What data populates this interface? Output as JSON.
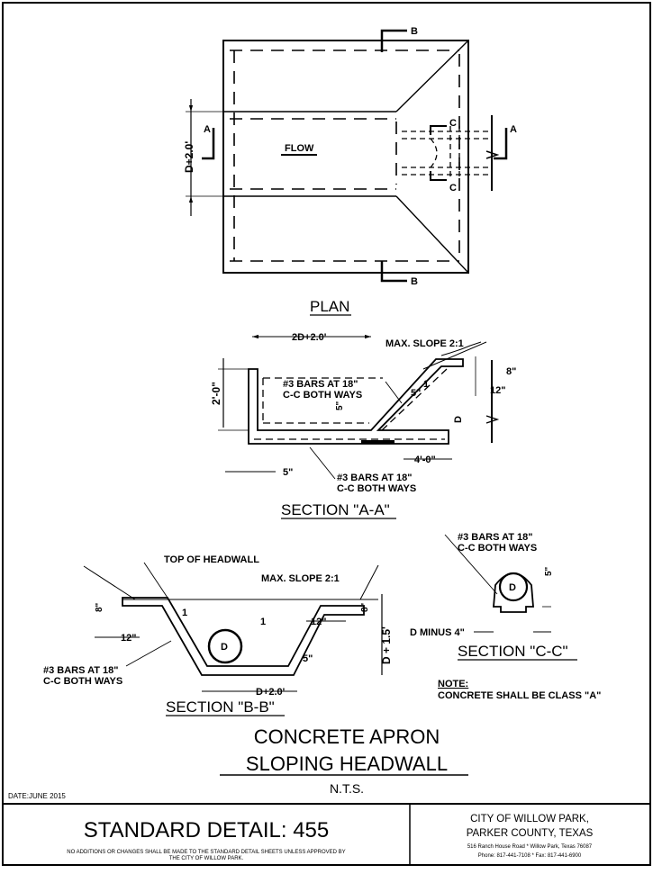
{
  "plan": {
    "title": "PLAN",
    "flow_label": "FLOW",
    "dim_width": "D+2.0'",
    "cut_a": "A",
    "cut_b": "B",
    "cut_c": "C"
  },
  "section_aa": {
    "title": "SECTION \"A-A\"",
    "dim_width": "2D+2.0'",
    "max_slope": "MAX. SLOPE 2:1",
    "dim_height": "2'-0\"",
    "rebar_top_1": "#3 BARS AT 18\"",
    "rebar_top_2": "C-C BOTH WAYS",
    "dim_5_inner": "5\"",
    "dim_8": "8\"",
    "dim_12": "12\"",
    "slope_1": "1",
    "dim_5_slope": "5\"",
    "dim_d": "D",
    "dim_4ft": "4'-0\"",
    "dim_5_bottom": "5\"",
    "rebar_bot_1": "#3 BARS AT 18\"",
    "rebar_bot_2": "C-C BOTH WAYS"
  },
  "section_bb": {
    "title": "SECTION \"B-B\"",
    "top_headwall": "TOP OF HEADWALL",
    "max_slope": "MAX. SLOPE 2:1",
    "dim_8_left": "8\"",
    "dim_8_right": "8\"",
    "dim_12_left": "12\"",
    "dim_12_right": "12\"",
    "slope_1_left": "1",
    "slope_1_right": "1",
    "pipe": "D",
    "dim_5": "5\"",
    "dim_d15": "D + 1.5'",
    "dim_d20": "D+2.0'",
    "rebar_1": "#3 BARS AT 18\"",
    "rebar_2": "C-C BOTH WAYS"
  },
  "section_cc": {
    "title": "SECTION \"C-C\"",
    "rebar_1": "#3 BARS AT 18\"",
    "rebar_2": "C-C BOTH WAYS",
    "pipe": "D",
    "dim_5": "5\"",
    "dim_d_minus": "D MINUS 4\""
  },
  "note": {
    "label": "NOTE:",
    "text": "CONCRETE SHALL BE CLASS \"A\""
  },
  "title_block": {
    "title_1": "CONCRETE APRON",
    "title_2": "SLOPING HEADWALL",
    "scale": "N.T.S.",
    "date": "DATE:JUNE 2015",
    "detail": "STANDARD DETAIL: 455",
    "disclaimer_1": "NO ADDITIONS OR CHANGES SHALL BE MADE TO THE STANDARD DETAIL SHEETS UNLESS APPROVED BY",
    "disclaimer_2": "THE CITY OF WILLOW PARK.",
    "city_1": "CITY OF WILLOW PARK,",
    "city_2": "PARKER COUNTY, TEXAS",
    "address": "516 Ranch House Road * Willow Park, Texas 76087",
    "phone": "Phone: 817-441-7108 * Fax: 817-441-6900"
  }
}
